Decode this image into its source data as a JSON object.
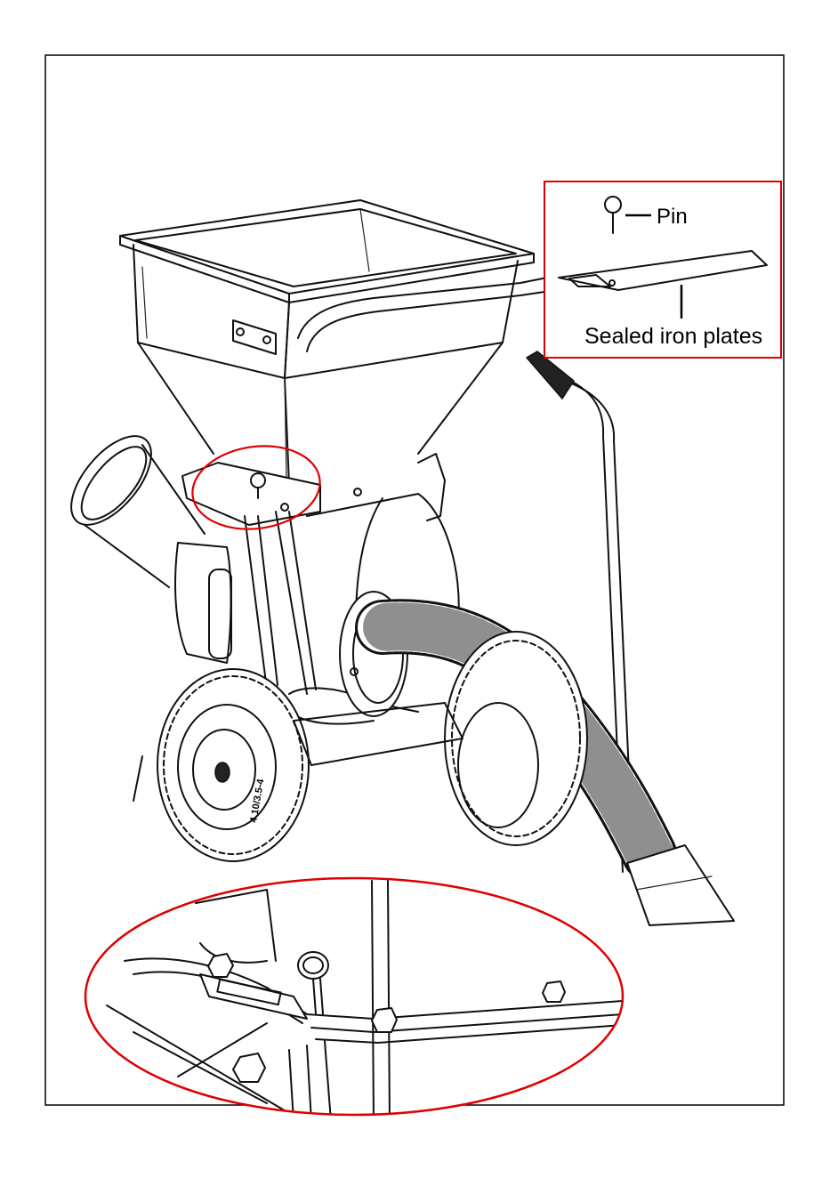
{
  "callouts": {
    "pin_label": "Pin",
    "plate_label": "Sealed iron plates"
  },
  "tires": {
    "left_sidewall_size": "4.10/3.5-4"
  },
  "colors": {
    "highlight": "#e00000",
    "line": "#111111",
    "background": "#ffffff"
  }
}
